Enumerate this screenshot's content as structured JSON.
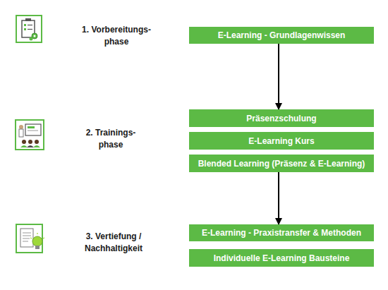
{
  "diagram": {
    "nodes": [
      {
        "text": [
          "E-Learning - Grundlagenwissen"
        ]
      },
      {
        "text": [
          "Präsenzschulung"
        ]
      },
      {
        "text": [
          "E-Learning Kurs"
        ]
      },
      {
        "text": [
          "Blended Learning (Präsenz & E-Learning)"
        ]
      },
      {
        "text": [
          "E-Learning - Praxistransfer & Methoden"
        ]
      },
      {
        "text": [
          "Individuelle E-Learning Bausteine"
        ]
      }
    ],
    "edges": [
      {
        "from": 0,
        "to": 1,
        "arrow": "to"
      },
      {
        "from": 3,
        "to": 4,
        "arrow": "to"
      }
    ],
    "labels": [
      "1. Vorbereitungs- phase",
      "2. Trainings- phase",
      "3. Vertiefung / Nachhaltigkeit"
    ]
  }
}
